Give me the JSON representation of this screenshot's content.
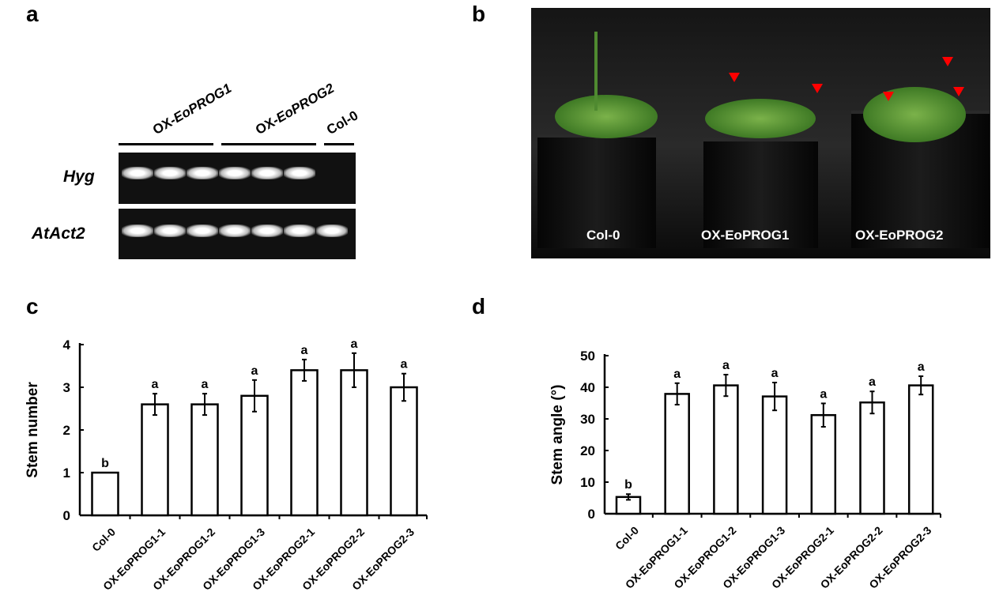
{
  "panels": {
    "a": "a",
    "b": "b",
    "c": "c",
    "d": "d"
  },
  "gel": {
    "groups": [
      "OX-EoPROG1",
      "OX-EoPROG2",
      "Col-0"
    ],
    "group_prefix": "OX-",
    "rows": [
      "Hyg",
      "AtAct2"
    ]
  },
  "photo": {
    "labels": [
      "Col-0",
      "OX-EoPROG1",
      "OX-EoPROG2"
    ],
    "arrow_color": "#ff0000"
  },
  "chart_data": [
    {
      "type": "bar",
      "title": "",
      "ylabel": "Stem number",
      "xlabel": "",
      "ylim": [
        0,
        4
      ],
      "yticks": [
        0,
        1,
        2,
        3,
        4
      ],
      "categories": [
        "Col-0",
        "OX-EoPROG1-1",
        "OX-EoPROG1-2",
        "OX-EoPROG1-3",
        "OX-EoPROG2-1",
        "OX-EoPROG2-2",
        "OX-EoPROG2-3"
      ],
      "values": [
        1.0,
        2.6,
        2.6,
        2.8,
        3.4,
        3.4,
        3.0
      ],
      "errors": [
        0,
        0.25,
        0.25,
        0.37,
        0.25,
        0.4,
        0.32
      ],
      "annotations": [
        "b",
        "a",
        "a",
        "a",
        "a",
        "a",
        "a"
      ]
    },
    {
      "type": "bar",
      "title": "",
      "ylabel": "Stem angle (°)",
      "xlabel": "",
      "ylim": [
        0,
        50
      ],
      "yticks": [
        0,
        10,
        20,
        30,
        40,
        50
      ],
      "categories": [
        "Col-0",
        "OX-EoPROG1-1",
        "OX-EoPROG1-2",
        "OX-EoPROG1-3",
        "OX-EoPROG2-1",
        "OX-EoPROG2-2",
        "OX-EoPROG2-3"
      ],
      "values": [
        5.3,
        37.9,
        40.6,
        37.1,
        31.2,
        35.2,
        40.6
      ],
      "errors": [
        0.9,
        3.4,
        3.4,
        4.4,
        3.7,
        3.5,
        2.9
      ],
      "annotations": [
        "b",
        "a",
        "a",
        "a",
        "a",
        "a",
        "a"
      ]
    }
  ]
}
